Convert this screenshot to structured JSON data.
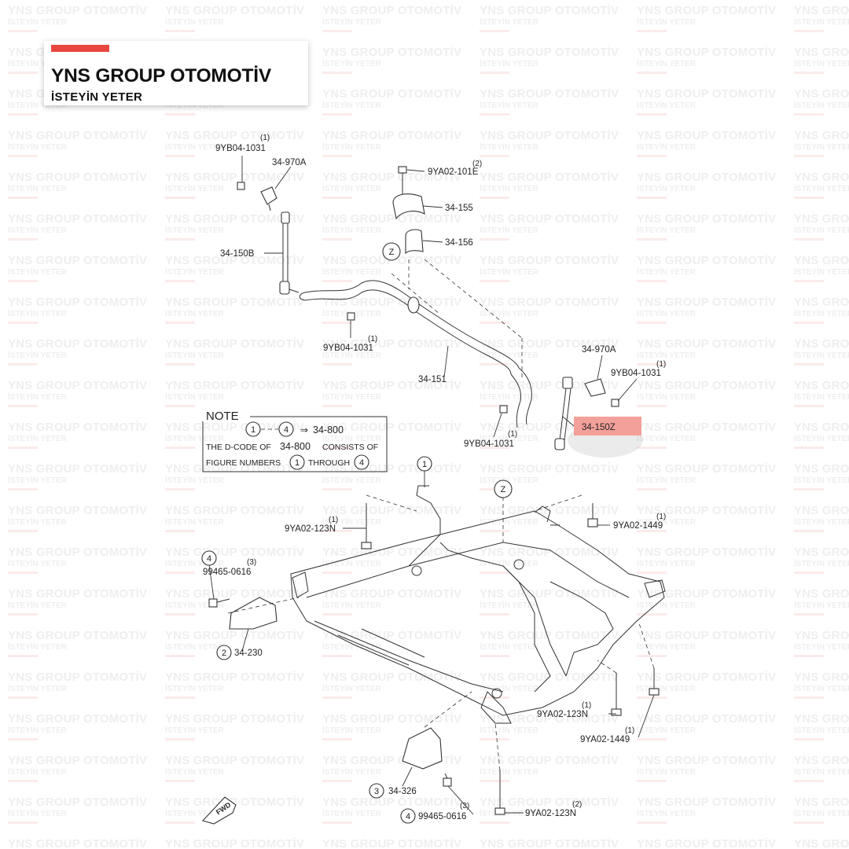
{
  "brand": {
    "title": "YNS GROUP OTOMOTİV",
    "tagline": "İSTEYİN YETER",
    "accent_color": "#e8473f"
  },
  "watermark": {
    "text": "YNS GROUP OTOMOTİV",
    "subtext": "İSTEYİN YETER"
  },
  "note": {
    "heading": "NOTE",
    "range_start": "1",
    "range_end": "4",
    "arrow": "⇒",
    "target": "34-800",
    "line2_prefix": "THE D-CODE OF",
    "line2_code": "34-800",
    "line2_suffix": "CONSISTS OF",
    "line3_prefix": "FIGURE NUMBERS",
    "line3_mid": "THROUGH"
  },
  "view_marker": "Z",
  "highlight_color": "#f4a09a",
  "labels": {
    "p_9yb04_tl": "9YB04-1031",
    "q_9yb04_tl": "(1)",
    "p_970a_l": "34-970A",
    "p_9ya02_101e": "9YA02-101E",
    "q_9ya02_101e": "(2)",
    "p_155": "34-155",
    "p_156": "34-156",
    "p_150b": "34-150B",
    "p_9yb04_c": "9YB04-1031",
    "q_9yb04_c": "(1)",
    "p_151": "34-151",
    "p_970a_r": "34-970A",
    "p_9yb04_r": "9YB04-1031",
    "q_9yb04_r": "(1)",
    "p_150z": "34-150Z",
    "p_9yb04_b": "9YB04-1031",
    "q_9yb04_b": "(1)",
    "c_1": "1",
    "p_9ya02_123n_a": "9YA02-123N",
    "q_9ya02_123n_a": "(1)",
    "p_9ya02_1449_a": "9YA02-1449",
    "q_9ya02_1449_a": "(1)",
    "c_4a": "4",
    "p_99465_a": "99465-0616",
    "q_99465_a": "(3)",
    "c_2": "2",
    "p_230": "34-230",
    "p_9ya02_123n_b": "9YA02-123N",
    "q_9ya02_123n_b": "(1)",
    "p_9ya02_1449_b": "9YA02-1449",
    "q_9ya02_1449_b": "(1)",
    "c_3": "3",
    "p_326": "34-326",
    "c_4b": "4",
    "p_99465_b": "99465-0616",
    "q_99465_b": "(3)",
    "p_9ya02_123n_c": "9YA02-123N",
    "q_9ya02_123n_c": "(2)",
    "fwd": "FWD"
  }
}
